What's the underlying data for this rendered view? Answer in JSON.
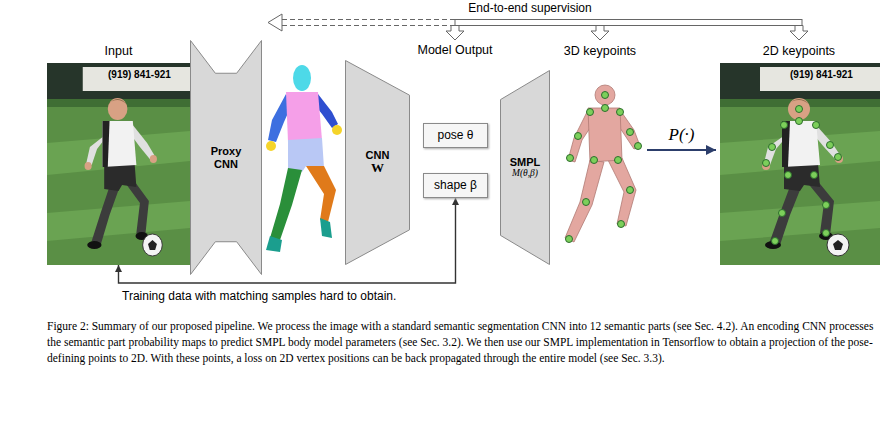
{
  "diagram": {
    "caption": "Figure 2: Summary of our proposed pipeline. We process the image with a standard semantic segmentation CNN into 12 semantic parts (see Sec. 4.2). An encoding CNN processes the semantic part probability maps to predict SMPL body model parameters (see Sec. 3.2). We then use our SMPL implementation in Tensorflow to obtain a projection of the pose-defining points to 2D. With these points, a loss on 2D vertex positions can be back propagated through the entire model (see Sec. 3.3).",
    "nodes": [
      {
        "text": [
          "Input"
        ]
      },
      {
        "text": [
          "Proxy CNN"
        ]
      },
      {
        "text": [
          "CNN",
          "W"
        ]
      },
      {
        "text": [
          "pose θ"
        ]
      },
      {
        "text": [
          "shape β"
        ]
      },
      {
        "text": [
          "SMPL",
          "M(θ,β)"
        ]
      },
      {
        "text": [
          "3D keypoints"
        ]
      },
      {
        "text": [
          "2D keypoints"
        ]
      }
    ],
    "edges": [
      {
        "from": 0,
        "to": 4,
        "arrow": "both"
      },
      {
        "from": 6,
        "to": 7,
        "label": "P(·)",
        "arrow": "to"
      }
    ],
    "labels": [
      "End-to-end supervision",
      "Model Output",
      "(919) 841-921",
      "(919) 841-921",
      "Training data with matching samples hard to obtain."
    ]
  }
}
